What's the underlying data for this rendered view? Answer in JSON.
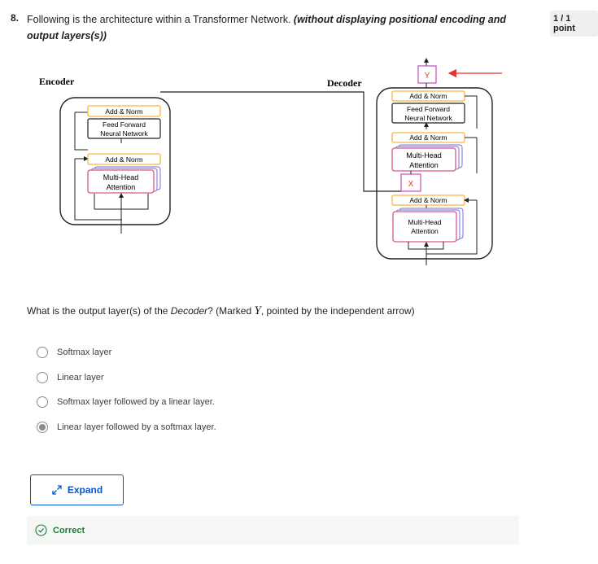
{
  "question": {
    "number": "8.",
    "text": "Following is the architecture within a Transformer Network.",
    "emphasis": "(without displaying positional encoding and output layers(s))",
    "points": "1 / 1 point"
  },
  "diagram": {
    "encoder_label": "Encoder",
    "decoder_label": "Decoder",
    "add_norm": "Add & Norm",
    "ff_line1": "Feed Forward",
    "ff_line2": "Neural Network",
    "mha_line1": "Multi-Head",
    "mha_line2": "Attention",
    "x_marker": "X",
    "y_marker": "Y",
    "colors": {
      "add_norm_border": "#f5b640",
      "mha_border": "#d9568a",
      "stack_border": "#7a6fd0",
      "arrow": "#e3342f",
      "marker": "#c44bbd"
    }
  },
  "prompt": {
    "before": "What is the output layer(s) of the",
    "decoder": "Decoder",
    "middle": "? (Marked",
    "var": "Y",
    "after": ", pointed by the independent arrow)"
  },
  "options": [
    {
      "label": "Softmax layer",
      "selected": false
    },
    {
      "label": "Linear layer",
      "selected": false
    },
    {
      "label": "Softmax layer followed by a linear layer.",
      "selected": false
    },
    {
      "label": "Linear layer followed by a softmax layer.",
      "selected": true
    }
  ],
  "expand": {
    "label": "Expand"
  },
  "feedback": {
    "label": "Correct",
    "color": "#1e7a3a"
  }
}
